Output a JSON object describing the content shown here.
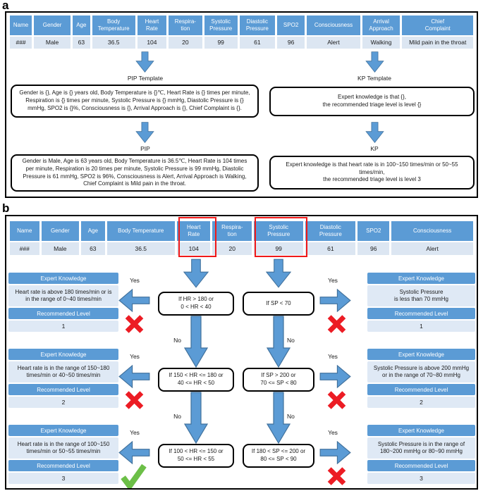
{
  "panel_a": {
    "label": "a",
    "table": {
      "headers": [
        "Name",
        "Gender",
        "Age",
        "Body\nTemperature",
        "Heart\nRate",
        "Respira-\ntion",
        "Systolic\nPressure",
        "Diastolic\nPressure",
        "SPO2",
        "Consciousness",
        "Arrival\nApproach",
        "Chief\nComplaint"
      ],
      "values": [
        "###",
        "Male",
        "63",
        "36.5",
        "104",
        "20",
        "99",
        "61",
        "96",
        "Alert",
        "Walking",
        "Mild pain in the throat"
      ]
    },
    "pip_template_label": "PIP Template",
    "kp_template_label": "KP Template",
    "pip_template_text": "Gender is {}, Age is {} years old, Body Temperature is {}℃, Heart Rate is {} times per minute, Respiration is {} times per minute, Systolic Pressure is {} mmHg, Diastolic Pressure is {} mmHg, SPO2 is {}%, Consciousness is {}, Arrival Approach is {}, Chief Complaint is {}.",
    "kp_template_text": "Expert knowledge is that {},\nthe recommended triage level is level {}",
    "pip_label": "PIP",
    "kp_label": "KP",
    "pip_text": "Gender is Male, Age is 63 years old, Body Temperature is 36.5℃, Heart Rate is 104 times per minute, Respiration is 20 times per minute, Systolic Pressure is 99 mmHg, Diastolic Pressure is 61 mmHg, SPO2 is 96%, Consciousness is Alert, Arrival Approach is Walking, Chief Complaint is Mild pain in the throat."
  },
  "panel_b": {
    "label": "b",
    "table": {
      "headers": [
        "Name",
        "Gender",
        "Age",
        "Body Temperature",
        "Heart\nRate",
        "Respira-\ntion",
        "Systolic\nPressure",
        "Diastolic\nPressure",
        "SPO2",
        "Consciousness"
      ],
      "values": [
        "###",
        "Male",
        "63",
        "36.5",
        "104",
        "20",
        "99",
        "61",
        "96",
        "Alert"
      ]
    },
    "kp_text": "Expert knowledge is that heart rate is in 100~150 times/min or 50~55 times/min,\nthe recommended triage level is level 3",
    "flow": {
      "yes_label": "Yes",
      "no_label": "No",
      "expert_knowledge_label": "Expert Knowledge",
      "recommended_level_label": "Recommended Level",
      "rows": [
        {
          "left_knowledge": "Heart rate is above 180 times/min or is\nin the range of 0~40 times/min",
          "left_level": "1",
          "hr_condition": "If HR > 180 or\n0 < HR < 40",
          "sp_condition": "If SP < 70",
          "right_knowledge": "Systolic Pressure\nis less than 70 mmHg",
          "right_level": "1",
          "left_mark": "cross",
          "right_mark": "cross"
        },
        {
          "left_knowledge": "Heart rate is in the range of 150~180\ntimes/min or 40~50 times/min",
          "left_level": "2",
          "hr_condition": "If 150 < HR <= 180 or\n40 <= HR < 50",
          "sp_condition": "If SP > 200 or\n70 <= SP < 80",
          "right_knowledge": "Systolic Pressure is above 200 mmHg\nor in the range of 70~80 mmHg",
          "right_level": "2",
          "left_mark": "cross",
          "right_mark": "cross"
        },
        {
          "left_knowledge": "Heart rate is in the range of 100~150\ntimes/min or 50~55 times/min",
          "left_level": "3",
          "hr_condition": "If 100 < HR <= 150 or\n50 <= HR < 55",
          "sp_condition": "If 180 < SP <= 200 or\n80 <= SP < 90",
          "right_knowledge": "Systolic Pressure is in the range of\n180~200 mmHg or 80~90 mmHg",
          "right_level": "3",
          "left_mark": "check",
          "right_mark": "cross"
        }
      ]
    }
  },
  "colors": {
    "table_header_blue": "#5b9bd5",
    "table_row_light": "#dce6f2",
    "arrow_blue": "#5b9bd5",
    "arrow_border_blue": "#41719c",
    "highlight_red": "#f01818",
    "cross_red": "#ec1c24",
    "check_green": "#6cbf47"
  }
}
